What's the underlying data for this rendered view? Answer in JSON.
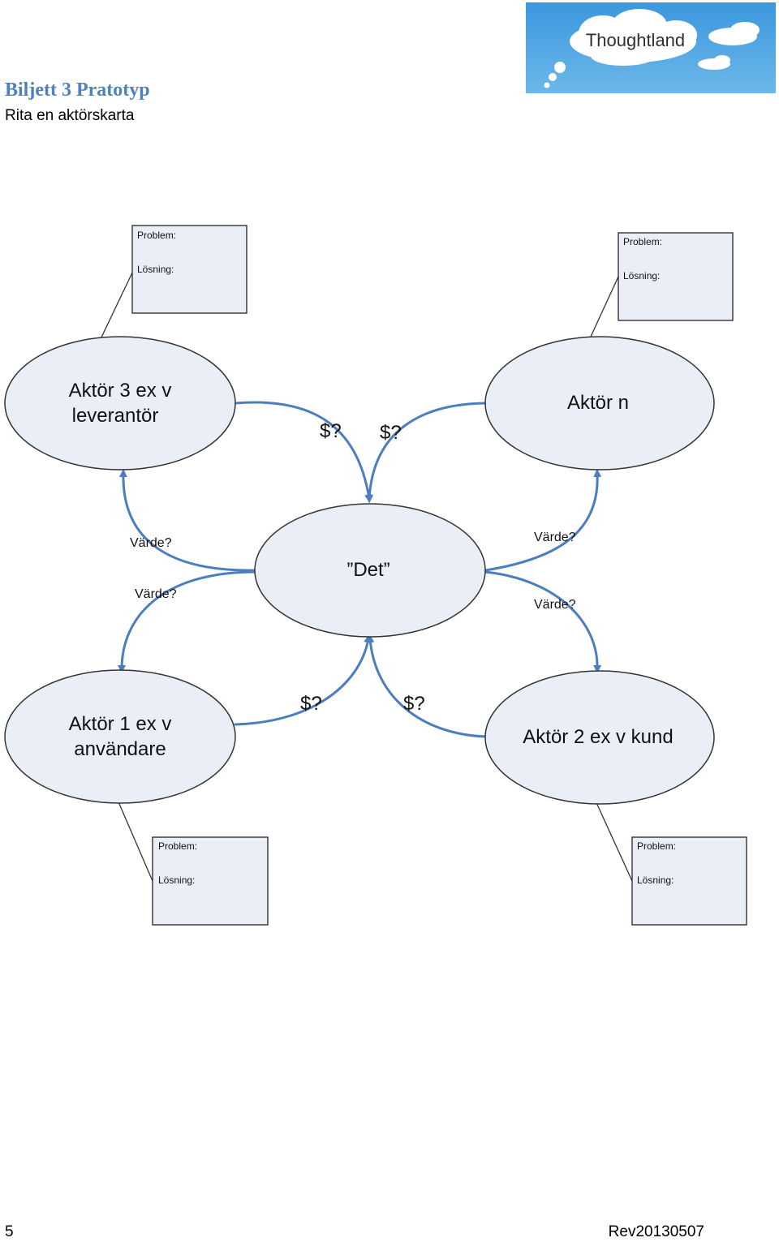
{
  "header": {
    "title": "Biljett 3 Pratotyp",
    "subtitle": "Rita en aktörskarta",
    "logo_text": "Thoughtland"
  },
  "diagram": {
    "center": "”Det”",
    "actor3_line1": "Aktör 3 ex v",
    "actor3_line2": "leverantör",
    "actor_n": "Aktör n",
    "actor1_line1": "Aktör 1 ex v",
    "actor1_line2": "användare",
    "actor2": "Aktör 2 ex v kund",
    "money_label": "$?",
    "value_label": "Värde?",
    "problem_label": "Problem:",
    "solution_label": "Lösning:"
  },
  "footer": {
    "page_number": "5",
    "revision": "Rev20130507"
  },
  "colors": {
    "title": "#4f81bd",
    "ellipse_fill": "#e9eef7",
    "arrow": "#4a7ebf",
    "box_fill": "#e9eef7",
    "logo_bg": "#4da3e0"
  }
}
